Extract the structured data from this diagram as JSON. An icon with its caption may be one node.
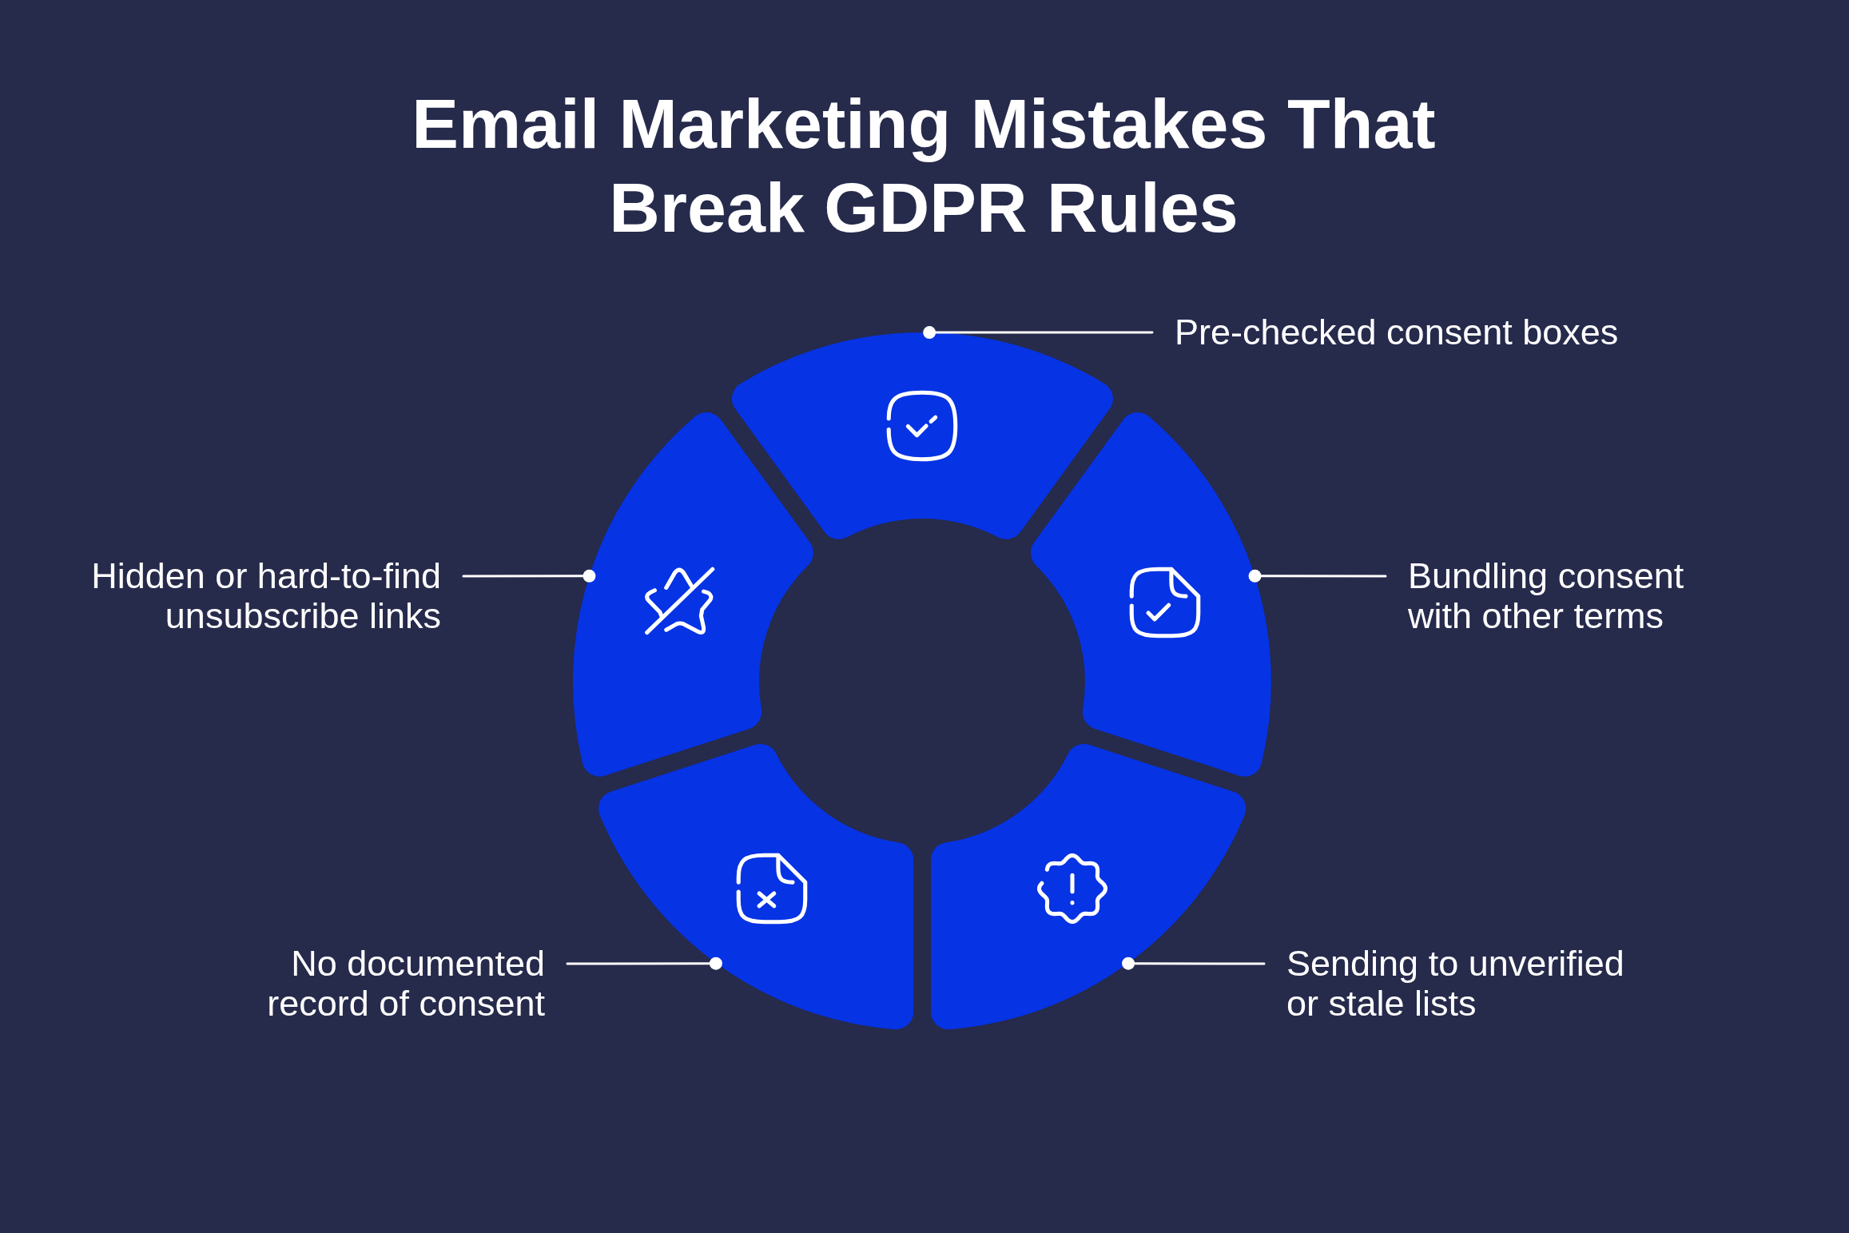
{
  "diagram": {
    "title": "Email Marketing Mistakes That Break GDPR Rules",
    "nodes": [
      {
        "text": [
          "Pre-checked consent boxes"
        ]
      },
      {
        "text": [
          "Hidden or hard-to-find unsubscribe links"
        ]
      },
      {
        "text": [
          "Bundling consent with other terms"
        ]
      },
      {
        "text": [
          "No documented record of consent"
        ]
      },
      {
        "text": [
          "Sending to unverified or stale lists"
        ]
      },
      {
        "text": [],
        "shape": "segment"
      },
      {
        "text": [],
        "shape": "segment"
      },
      {
        "text": [],
        "shape": "segment"
      },
      {
        "text": [],
        "shape": "segment"
      },
      {
        "text": [],
        "shape": "segment"
      }
    ],
    "edges": [
      {
        "from": 0,
        "to": 5,
        "arrow": "other"
      },
      {
        "from": 1,
        "to": 6,
        "arrow": "other"
      },
      {
        "from": 2,
        "to": 7,
        "arrow": "other"
      },
      {
        "from": 3,
        "to": 8,
        "arrow": "other"
      },
      {
        "from": 4,
        "to": 9,
        "arrow": "other"
      }
    ]
  }
}
